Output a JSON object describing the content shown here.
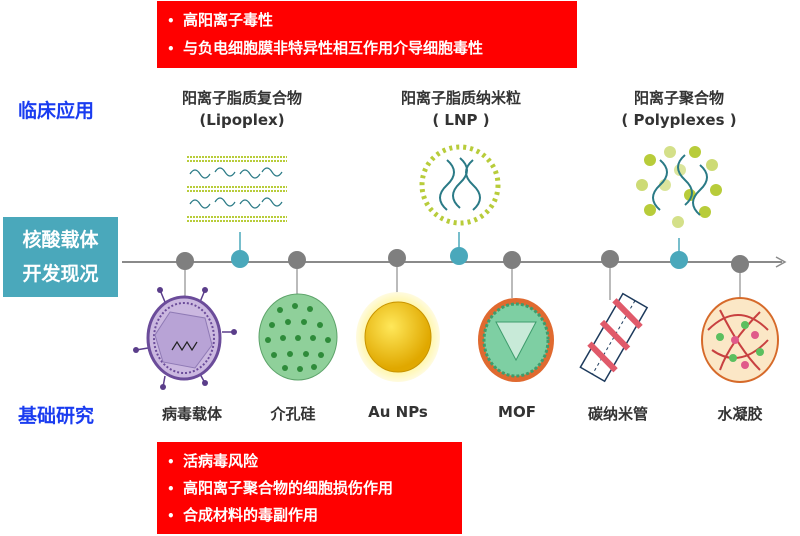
{
  "clinical_issues": [
    "高阳离子毒性",
    "与负电细胞膜非特异性相互作用介导细胞毒性"
  ],
  "side_labels": {
    "clinical": "临床应用",
    "center_line1": "核酸载体",
    "center_line2": "开发现况",
    "basic": "基础研究"
  },
  "clinical_carriers": [
    {
      "name": "阳离子脂质复合物",
      "sub": "(Lipoplex)",
      "icon": "lipoplex-icon"
    },
    {
      "name": "阳离子脂质纳米粒",
      "sub": "( LNP )",
      "icon": "lnp-icon"
    },
    {
      "name": "阳离子聚合物",
      "sub": "( Polyplexes )",
      "icon": "polyplex-icon"
    }
  ],
  "basic_carriers": [
    {
      "name": "病毒载体",
      "icon": "virus-icon"
    },
    {
      "name": "介孔硅",
      "icon": "mesoporous-silica-icon"
    },
    {
      "name": "Au NPs",
      "icon": "gold-nanoparticle-icon"
    },
    {
      "name": "MOF",
      "icon": "mof-icon"
    },
    {
      "name": "碳纳米管",
      "icon": "carbon-nanotube-icon"
    },
    {
      "name": "水凝胶",
      "icon": "hydrogel-icon"
    }
  ],
  "basic_issues": [
    "活病毒风险",
    "高阳离子聚合物的细胞损伤作用",
    "合成材料的毒副作用"
  ],
  "colors": {
    "red": "#ff0000",
    "teal": "#4aa8bb",
    "blue": "#1a3cf0",
    "gray": "#808080"
  }
}
